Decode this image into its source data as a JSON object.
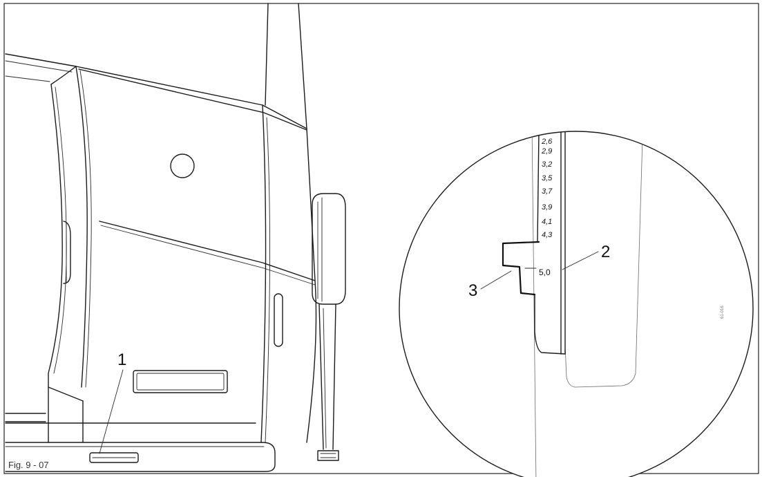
{
  "figure": {
    "caption": "Fig. 9 - 07",
    "drawing_code": "61-016"
  },
  "callouts": [
    "1",
    "2",
    "3"
  ],
  "scale": {
    "marks": [
      "2,6",
      "2,9",
      "3,2",
      "3,5",
      "3,7",
      "3,9",
      "4,1",
      "4,3"
    ],
    "setting": "5,0"
  }
}
